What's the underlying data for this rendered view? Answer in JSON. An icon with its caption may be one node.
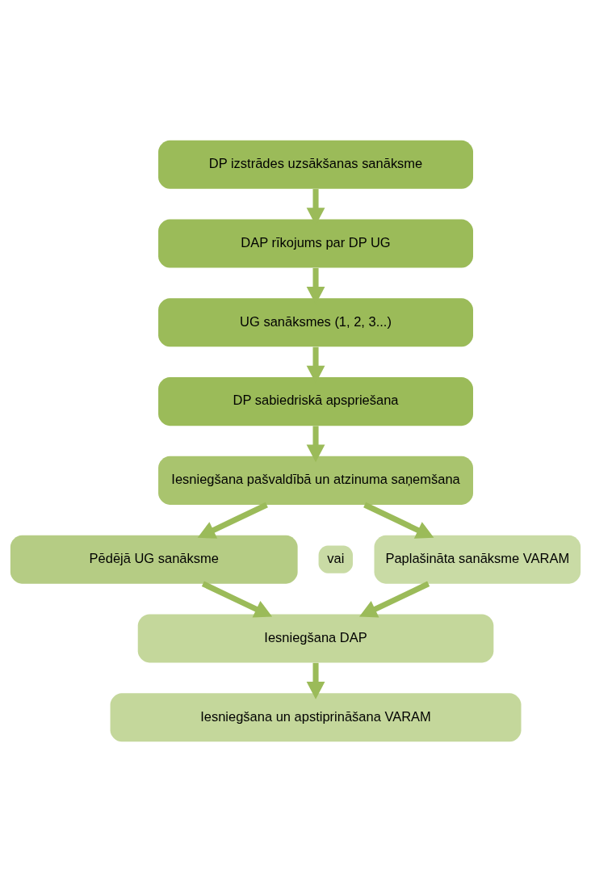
{
  "diagram": {
    "nodes": [
      {
        "text": [
          "DP izstrādes uzsākšanas sanāksme"
        ]
      },
      {
        "text": [
          "DAP rīkojums par DP UG"
        ]
      },
      {
        "text": [
          "UG sanāksmes (1, 2, 3...)"
        ]
      },
      {
        "text": [
          "DP sabiedriskā apspriešana"
        ]
      },
      {
        "text": [
          "Iesniegšana pašvaldībā un atzinuma saņemšana"
        ]
      },
      {
        "text": [
          "Pēdējā UG sanāksme"
        ]
      },
      {
        "text": [
          "vai"
        ]
      },
      {
        "text": [
          "Paplašināta sanāksme VARAM"
        ]
      },
      {
        "text": [
          "Iesniegšana DAP"
        ]
      },
      {
        "text": [
          "Iesniegšana un apstiprināšana VARAM"
        ]
      }
    ],
    "edges": [
      {
        "from": 0,
        "to": 1,
        "arrow": "to"
      },
      {
        "from": 1,
        "to": 2,
        "arrow": "to"
      },
      {
        "from": 2,
        "to": 3,
        "arrow": "to"
      },
      {
        "from": 3,
        "to": 4,
        "arrow": "to"
      },
      {
        "from": 4,
        "to": 5,
        "arrow": "to"
      },
      {
        "from": 4,
        "to": 7,
        "arrow": "to"
      },
      {
        "from": 5,
        "to": 8,
        "arrow": "to"
      },
      {
        "from": 7,
        "to": 8,
        "arrow": "to"
      },
      {
        "from": 8,
        "to": 9,
        "arrow": "to"
      }
    ]
  }
}
